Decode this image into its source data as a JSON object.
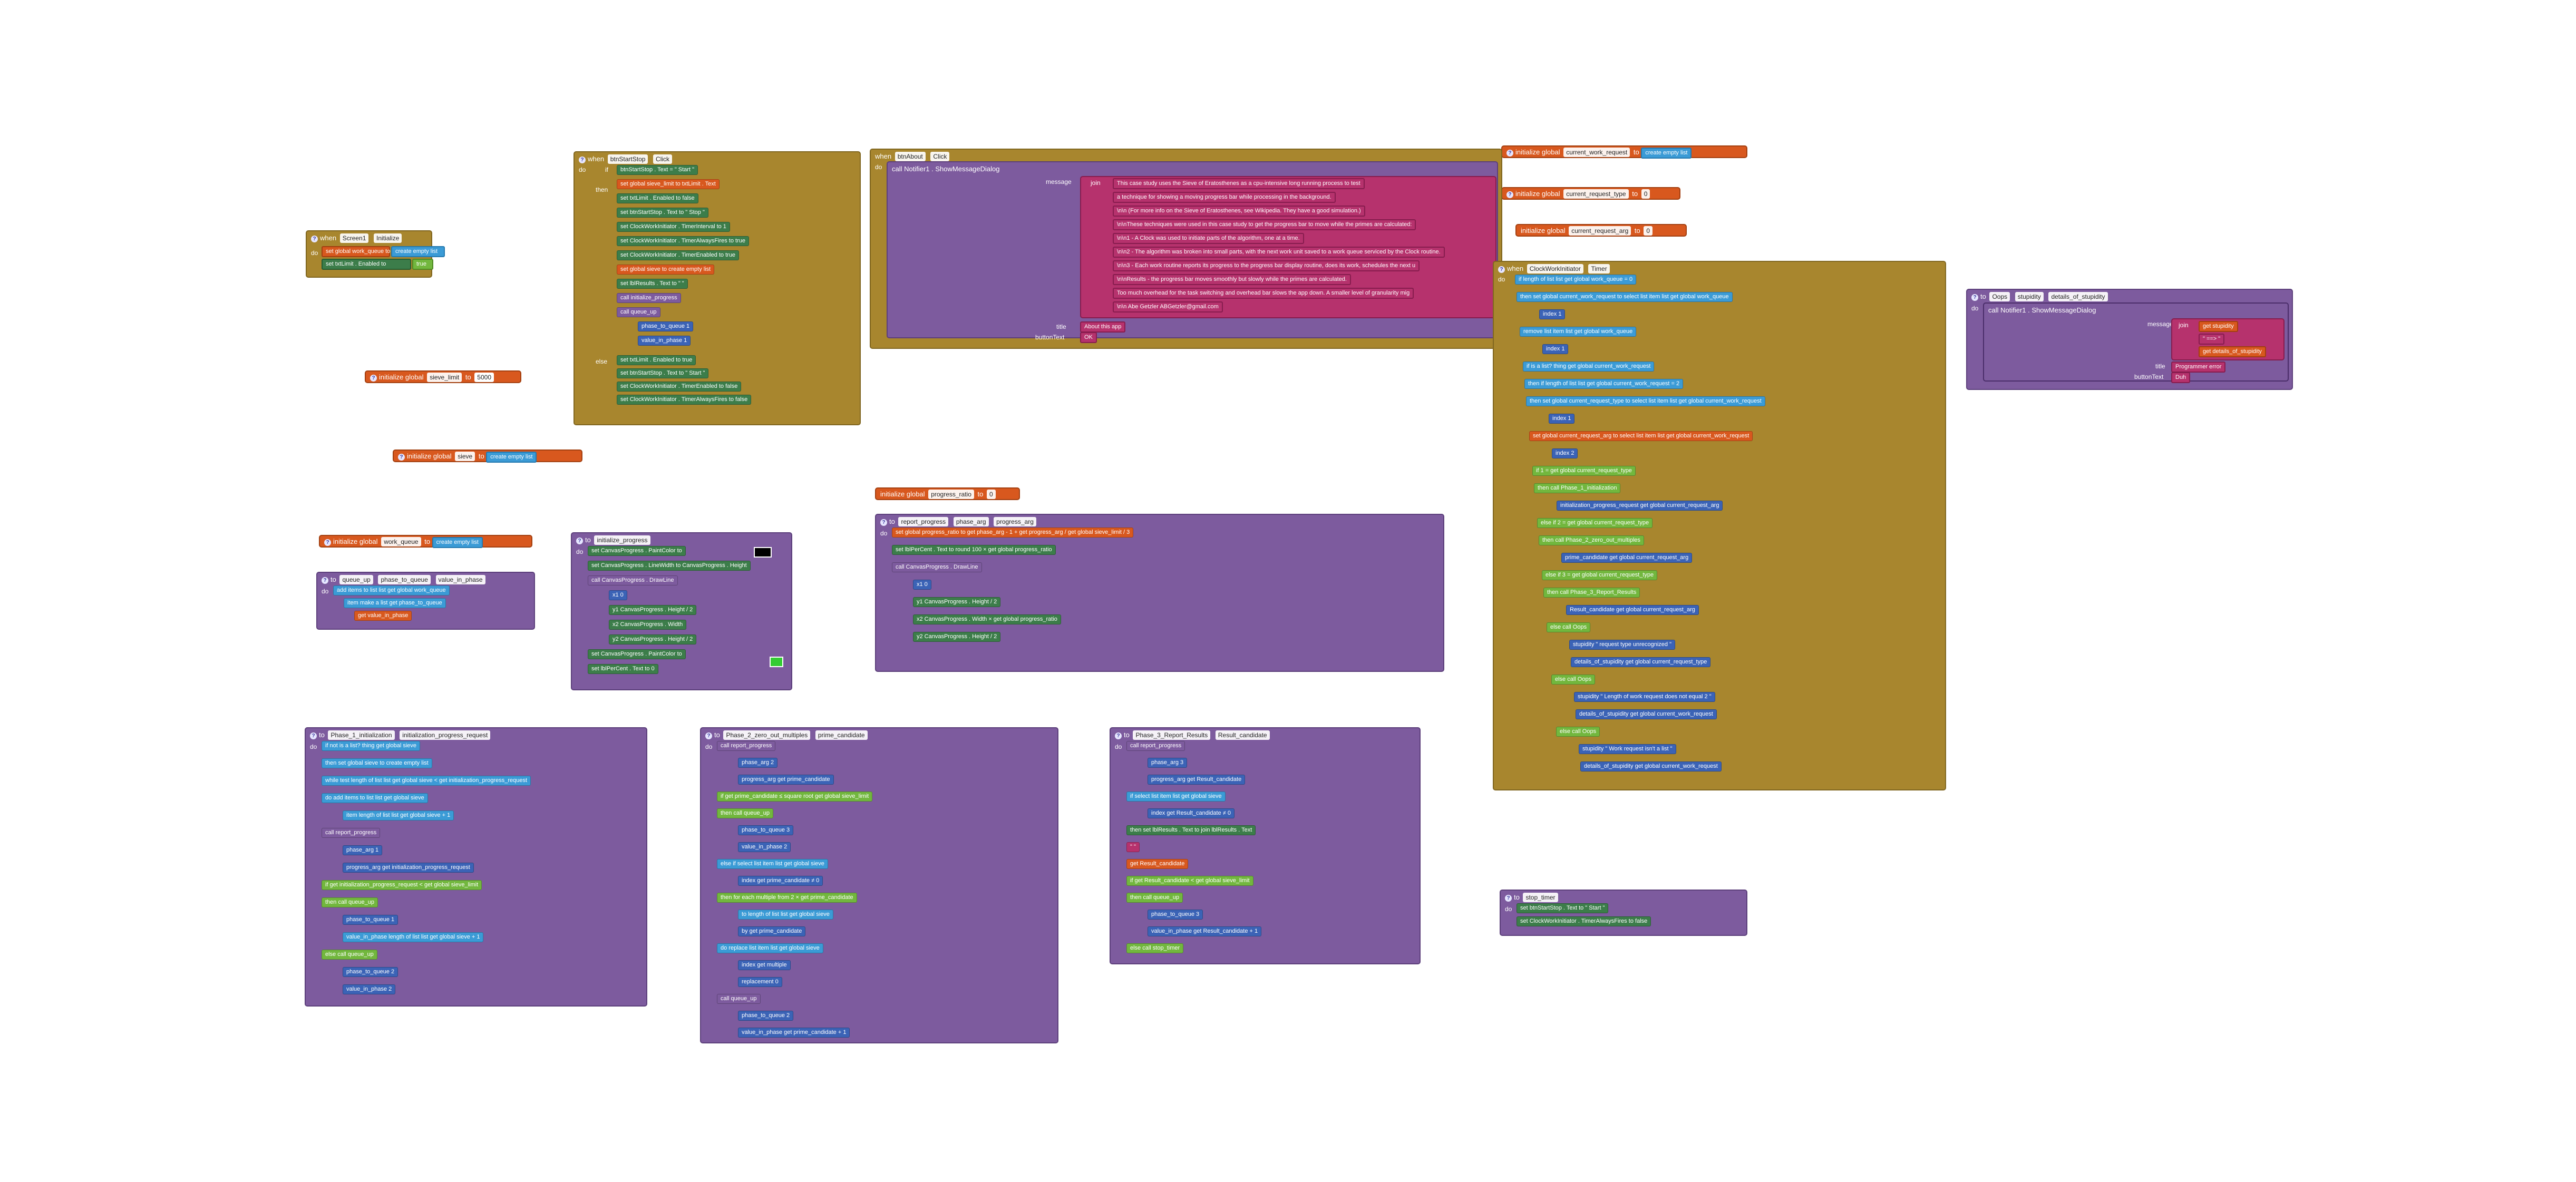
{
  "blocks": {
    "screen_init": {
      "when": "when",
      "component": "Screen1",
      "event": "Initialize",
      "do": "do",
      "l1": "set global work_queue to",
      "l1b": "create empty list",
      "l2": "set txtLimit . Enabled to",
      "l2b": "true"
    },
    "g_sieve_limit": {
      "label": "initialize global",
      "name": "sieve_limit",
      "to": "to",
      "value": "5000"
    },
    "g_sieve": {
      "label": "initialize global",
      "name": "sieve",
      "to": "to",
      "value": "create empty list"
    },
    "g_work_queue": {
      "label": "initialize global",
      "name": "work_queue",
      "to": "to",
      "value": "create empty list"
    },
    "g_progress_ratio": {
      "label": "initialize global",
      "name": "progress_ratio",
      "to": "to",
      "value": "0"
    },
    "g_cur_req": {
      "label": "initialize global",
      "name": "current_work_request",
      "to": "to",
      "value": "create empty list"
    },
    "g_cur_type": {
      "label": "initialize global",
      "name": "current_request_type",
      "to": "to",
      "value": "0"
    },
    "g_cur_arg": {
      "label": "initialize global",
      "name": "current_request_arg",
      "to": "to",
      "value": "0"
    },
    "btn_click": {
      "when": "when",
      "component": "btnStartStop",
      "event": "Click",
      "do": "do",
      "if": "if",
      "then": "then",
      "else": "else",
      "lines": [
        "btnStartStop . Text = \" Start \"",
        "set global sieve_limit to  txtLimit . Text",
        "set txtLimit . Enabled to  false",
        "set btnStartStop . Text to  \" Stop \"",
        "set ClockWorkInitiator . TimerInterval to  1",
        "set ClockWorkInitiator . TimerAlwaysFires to  true",
        "set ClockWorkInitiator . TimerEnabled to  true",
        "set global sieve to  create empty list",
        "set lblResults . Text to  \" \"",
        "call initialize_progress",
        "call queue_up",
        "phase_to_queue  1",
        "value_in_phase  1"
      ],
      "else_lines": [
        "set txtLimit . Enabled to  true",
        "set btnStartStop . Text to  \" Start \"",
        "set ClockWorkInitiator . TimerEnabled to  false",
        "set ClockWorkInitiator . TimerAlwaysFires to  false"
      ]
    },
    "about_click": {
      "when": "when",
      "component": "btnAbout",
      "event": "Click",
      "do": "do",
      "call": "call Notifier1 . ShowMessageDialog",
      "message": "message",
      "join": "join",
      "texts": [
        "This case study uses the Sieve of Eratosthenes as a cpu-intensive long running process to test",
        "a technique for showing a moving progress bar while processing in the background.",
        "\\n\\n (For more info on the Sieve of Eratosthenes, see Wikipedia.  They have a good simulation.)",
        "\\n\\nThese  techniques were used in this case study to get the progress bar to move while the primes are calculated:",
        "\\n\\n1 - A Clock was used to initiate parts of the algorithm, one at a time.",
        "\\n\\n2 - The algorithm was broken into small parts, with the next work unit saved to a work queue serviced by the Clock routine.",
        "\\n\\n3 - Each work routine reports its progress to the progress bar display routine, does its work, schedules the next u",
        "\\n\\nResults - the progress bar moves smoothly but slowly while the primes are calculated.",
        "Too much overhead  for the task switching and overhead bar slows the app down.  A smaller level of granularity mig",
        "\\n\\n Abe Getzler  ABGetzler@gmail.com"
      ],
      "title": "title",
      "title_val": "About this app",
      "button": "buttonText",
      "button_val": "OK"
    },
    "clock_timer": {
      "when": "when",
      "component": "ClockWorkInitiator",
      "event": "Timer",
      "do": "do",
      "lines": [
        "if  length of list  list  get global work_queue  =  0",
        "then  set global current_work_request to  select list item  list  get global work_queue",
        "index  1",
        "remove list item  list  get global work_queue",
        "index  1",
        "if  is a list?  thing  get global current_work_request",
        "then  if  length of list  list  get global current_work_request  =  2",
        "then  set global current_request_type to  select list item  list  get global current_work_request",
        "index  1",
        "set global current_request_arg to  select list item  list  get global current_work_request",
        "index  2",
        "if  1  =  get global current_request_type",
        "then  call Phase_1_initialization",
        "initialization_progress_request  get global current_request_arg",
        "else if  2  =  get global current_request_type",
        "then  call Phase_2_zero_out_multiples",
        "prime_candidate  get global current_request_arg",
        "else if  3  =  get global current_request_type",
        "then  call Phase_3_Report_Results",
        "Result_candidate  get global current_request_arg",
        "else  call Oops",
        "stupidity  \" request type unrecognized \"",
        "details_of_stupidity  get global current_request_type",
        "else  call Oops",
        "stupidity  \" Length of work request does not equal 2 \"",
        "details_of_stupidity  get global current_work_request",
        "else  call Oops",
        "stupidity  \" Work request isn't a list \"",
        "details_of_stupidity  get global current_work_request"
      ]
    },
    "oops": {
      "to": "to",
      "name": "Oops",
      "p1": "stupidity",
      "p2": "details_of_stupidity",
      "do": "do",
      "call": "call Notifier1 . ShowMessageDialog",
      "message": "message",
      "join": "join",
      "j1": "get stupidity",
      "j2": "\" ==> \"",
      "j3": "get details_of_stupidity",
      "title": "title",
      "title_val": "Programmer error",
      "button": "buttonText",
      "button_val": "Duh"
    },
    "init_progress": {
      "to": "to",
      "name": "initialize_progress",
      "do": "do",
      "lines": [
        "set CanvasProgress . PaintColor to",
        "set CanvasProgress . LineWidth to  CanvasProgress . Height",
        "call CanvasProgress . DrawLine",
        "x1  0",
        "y1  CanvasProgress . Height  /  2",
        "x2  CanvasProgress . Width",
        "y2  CanvasProgress . Height  /  2",
        "set CanvasProgress . PaintColor to",
        "set lblPerCent . Text to  0"
      ]
    },
    "report_progress": {
      "to": "to",
      "name": "report_progress",
      "p1": "phase_arg",
      "p2": "progress_arg",
      "do": "do",
      "lines": [
        "set global progress_ratio to  get phase_arg  -  1  +  get progress_arg  /  get global sieve_limit  /  3",
        "set lblPerCent . Text to  round  100  ×  get global progress_ratio",
        "call CanvasProgress . DrawLine",
        "x1  0",
        "y1  CanvasProgress . Height  /  2",
        "x2  CanvasProgress . Width  ×  get global progress_ratio",
        "y2  CanvasProgress . Height  /  2"
      ]
    },
    "queue_up": {
      "to": "to",
      "name": "queue_up",
      "p1": "phase_to_queue",
      "p2": "value_in_phase",
      "do": "do",
      "lines": [
        "add items to list  list  get global work_queue",
        "item  make a list  get phase_to_queue",
        "get value_in_phase"
      ]
    },
    "phase1": {
      "to": "to",
      "name": "Phase_1_initialization",
      "p1": "initialization_progress_request",
      "do": "do",
      "lines": [
        "if  not  is a list?  thing  get global sieve",
        "then  set global sieve to  create empty list",
        "while test  length of list  list  get global sieve  <  get initialization_progress_request",
        "do  add items to list  list  get global sieve",
        "item  length of list  list  get global sieve  +  1",
        "call report_progress",
        "phase_arg  1",
        "progress_arg  get initialization_progress_request",
        "if  get initialization_progress_request  <  get global sieve_limit",
        "then  call queue_up",
        "phase_to_queue  1",
        "value_in_phase  length of list  list  get global sieve  +  1",
        "else  call queue_up",
        "phase_to_queue  2",
        "value_in_phase  2"
      ]
    },
    "phase2": {
      "to": "to",
      "name": "Phase_2_zero_out_multiples",
      "p1": "prime_candidate",
      "do": "do",
      "lines": [
        "call report_progress",
        "phase_arg  2",
        "progress_arg  get prime_candidate",
        "if  get prime_candidate  ≤  square root  get global sieve_limit",
        "then  call queue_up",
        "phase_to_queue  3",
        "value_in_phase  2",
        "else  if  select list item  list  get global sieve",
        "index  get prime_candidate  ≠  0",
        "then  for each  multiple  from  2  ×  get prime_candidate",
        "to  length of list  list  get global sieve",
        "by  get prime_candidate",
        "do  replace list item  list  get global sieve",
        "index  get multiple",
        "replacement  0",
        "call queue_up",
        "phase_to_queue  2",
        "value_in_phase  get prime_candidate  +  1"
      ]
    },
    "phase3": {
      "to": "to",
      "name": "Phase_3_Report_Results",
      "p1": "Result_candidate",
      "do": "do",
      "lines": [
        "call report_progress",
        "phase_arg  3",
        "progress_arg  get Result_candidate",
        "if  select list item  list  get global sieve",
        "index  get Result_candidate  ≠  0",
        "then  set lblResults . Text to  join  lblResults . Text",
        "\" \"",
        "get Result_candidate",
        "if  get Result_candidate  <  get global sieve_limit",
        "then  call queue_up",
        "phase_to_queue  3",
        "value_in_phase  get Result_candidate  +  1",
        "else  call stop_timer"
      ]
    },
    "stop_timer": {
      "to": "to",
      "name": "stop_timer",
      "do": "do",
      "lines": [
        "set btnStartStop . Text to  \" Start \"",
        "set ClockWorkInitiator . TimerAlwaysFires to  false"
      ]
    }
  },
  "colors": {
    "event": "#a8862e",
    "procedure": "#7d5b9e",
    "variable": "#d8581e",
    "list": "#3b9bd6",
    "math": "#3b63b6",
    "text": "#b6326d",
    "component": "#3c7d4a",
    "logic": "#72b73e",
    "paint_color": "#33cc33"
  }
}
